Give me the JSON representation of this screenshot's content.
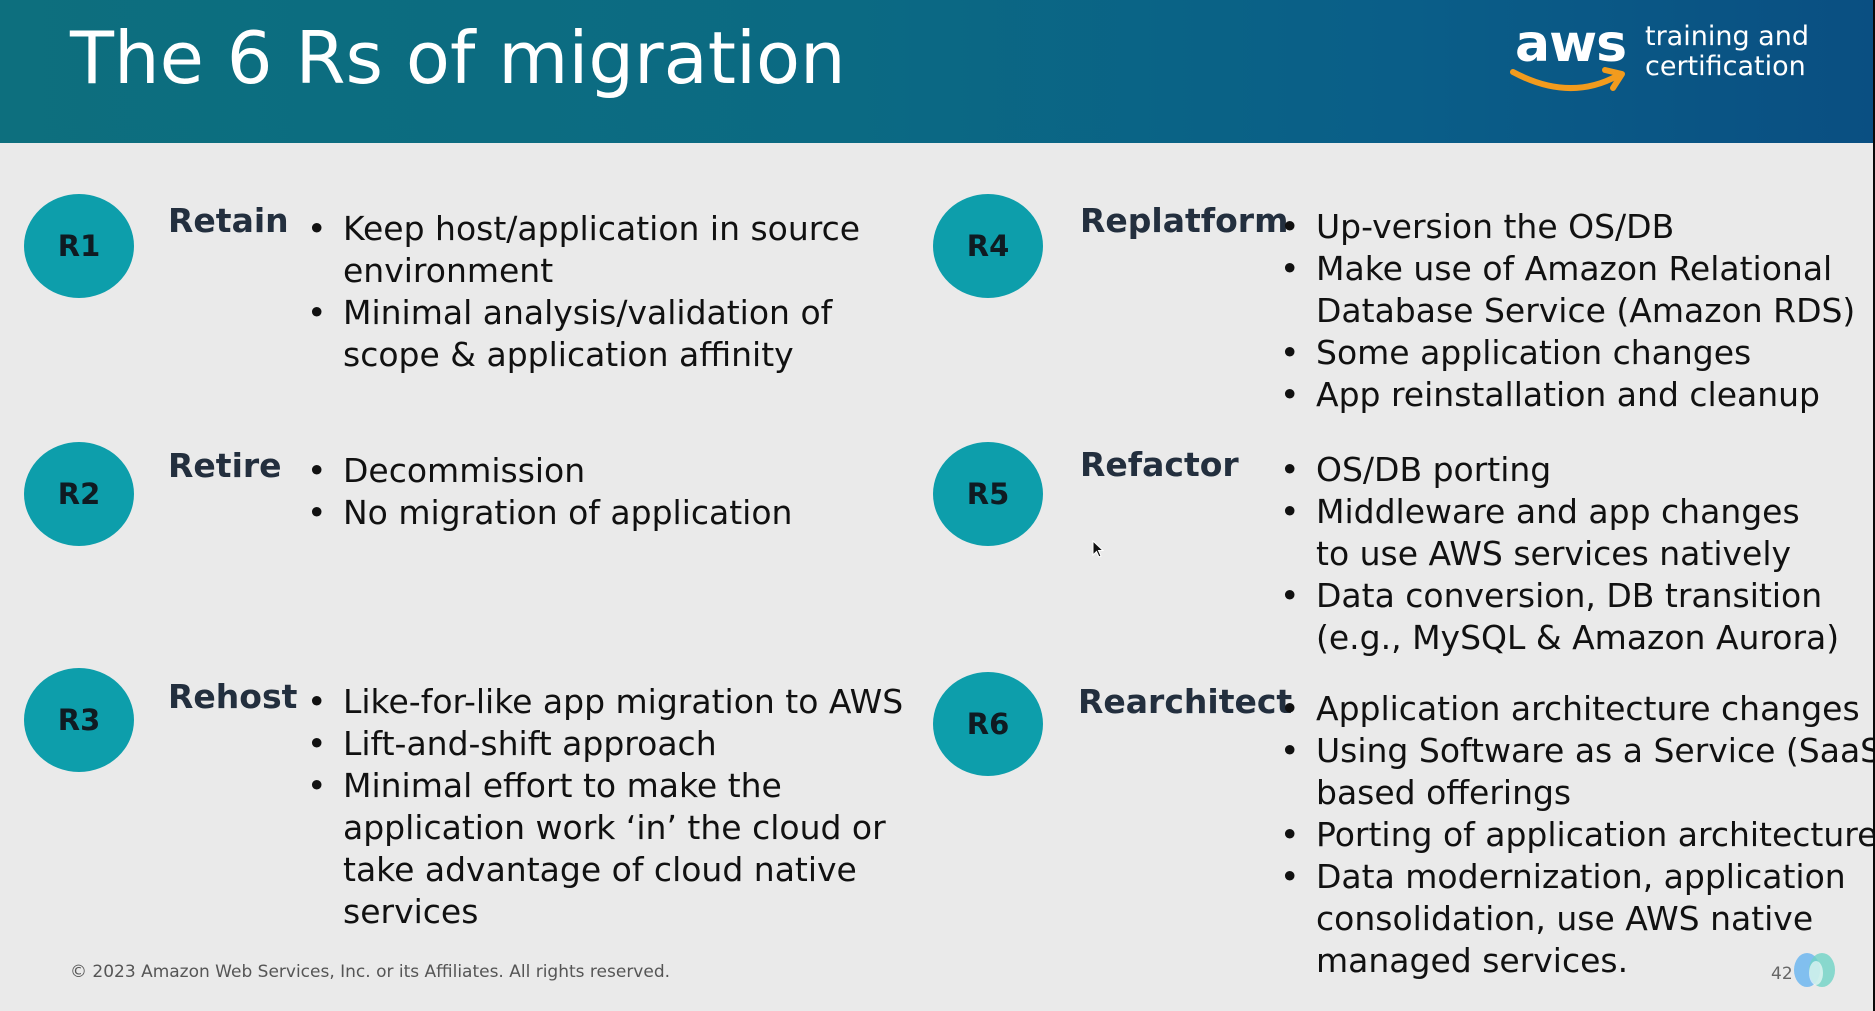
{
  "slide": {
    "title": "The 6 Rs of migration",
    "logo": {
      "wordmark": "aws",
      "tagline_line1": "training and",
      "tagline_line2": "certification"
    },
    "footer": "© 2023 Amazon Web Services, Inc. or its Affiliates. All rights reserved.",
    "page_number": "42"
  },
  "strategies": [
    {
      "code": "R1",
      "name": "Retain",
      "bullets": [
        [
          "Keep host/application in source",
          "environment"
        ],
        [
          "Minimal analysis/validation of",
          "scope & application affinity"
        ]
      ]
    },
    {
      "code": "R2",
      "name": "Retire",
      "bullets": [
        [
          "Decommission"
        ],
        [
          "No migration of application"
        ]
      ]
    },
    {
      "code": "R3",
      "name": "Rehost",
      "bullets": [
        [
          "Like-for-like app migration to AWS"
        ],
        [
          "Lift-and-shift approach"
        ],
        [
          "Minimal effort to make the",
          "application work ‘in’ the cloud or",
          "take advantage of cloud native",
          "services"
        ]
      ]
    },
    {
      "code": "R4",
      "name": "Replatform",
      "bullets": [
        [
          "Up-version the OS/DB"
        ],
        [
          "Make use of Amazon Relational",
          "Database Service (Amazon RDS)"
        ],
        [
          "Some application changes"
        ],
        [
          "App reinstallation and cleanup"
        ]
      ]
    },
    {
      "code": "R5",
      "name": "Refactor",
      "bullets": [
        [
          "OS/DB porting"
        ],
        [
          "Middleware and app changes",
          "to use AWS services natively"
        ],
        [
          "Data conversion, DB transition",
          "(e.g., MySQL & Amazon Aurora)"
        ]
      ]
    },
    {
      "code": "R6",
      "name": "Rearchitect",
      "bullets": [
        [
          "Application architecture changes"
        ],
        [
          "Using Software as a Service (SaaS)",
          "based offerings"
        ],
        [
          "Porting of application architecture"
        ],
        [
          "Data modernization, application",
          "consolidation, use AWS native",
          "managed services."
        ]
      ]
    }
  ],
  "colors": {
    "accent_circle": "#0d9eab",
    "header_start": "#0d6f7e",
    "header_end": "#0a4f82",
    "logo_smile": "#f29b1d",
    "background": "#eaeaea"
  },
  "icons": [
    "mouse-cursor-icon",
    "app-watermark-icon"
  ]
}
